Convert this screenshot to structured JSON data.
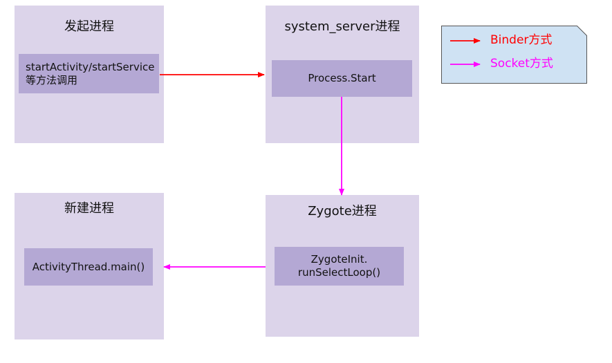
{
  "boxes": {
    "initiator": {
      "title": "发起进程",
      "inner_lines": [
        "startActivity/startService",
        "等方法调用"
      ]
    },
    "system_server": {
      "title": "system_server进程",
      "inner_lines": [
        "Process.Start"
      ]
    },
    "new_process": {
      "title": "新建进程",
      "inner_lines": [
        "ActivityThread.main()"
      ]
    },
    "zygote": {
      "title": "Zygote进程",
      "inner_lines": [
        "ZygoteInit.",
        "runSelectLoop()"
      ]
    }
  },
  "legend": {
    "binder": {
      "label": "Binder方式",
      "color": "#ff0000"
    },
    "socket": {
      "label": "Socket方式",
      "color": "#ff00ff"
    }
  },
  "colors": {
    "box_fill": "#dcd4ea",
    "inner_fill": "#b4a8d4",
    "legend_fill": "#cfe2f3"
  }
}
